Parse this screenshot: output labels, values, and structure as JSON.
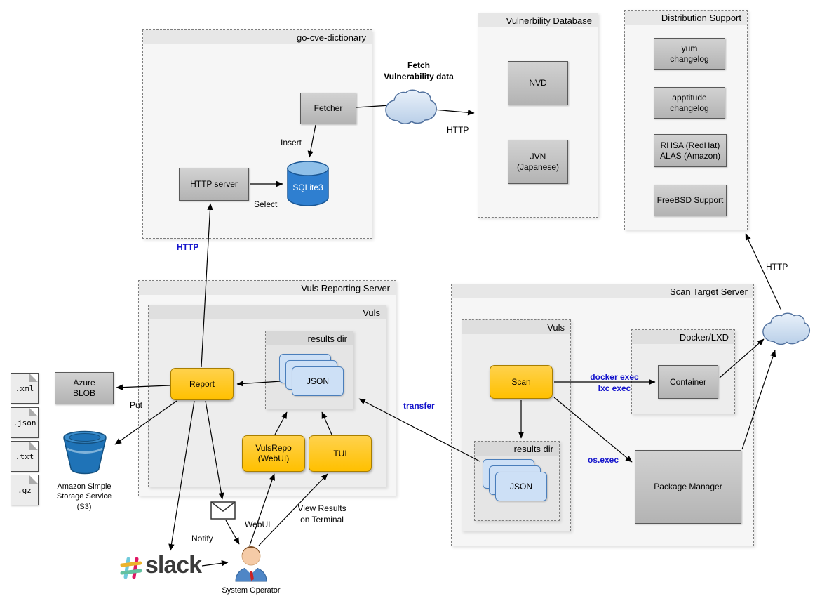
{
  "containers": {
    "go_cve_dictionary": "go-cve-dictionary",
    "vuln_db": "Vulnerbility Database",
    "dist_support": "Distribution Support",
    "reporting_server": "Vuls Reporting Server",
    "reporting_vuls": "Vuls",
    "reporting_results": "results dir",
    "scan_server": "Scan Target Server",
    "scan_vuls": "Vuls",
    "scan_results": "results dir",
    "docker_lxd": "Docker/LXD"
  },
  "nodes": {
    "fetcher": "Fetcher",
    "http_server": "HTTP server",
    "sqlite3": "SQLite3",
    "nvd": "NVD",
    "jvn": "JVN\n(Japanese)",
    "yum_changelog": "yum\nchangelog",
    "apptitude_changelog": "apptitude\nchangelog",
    "rhsa_alas": "RHSA (RedHat)\nALAS (Amazon)",
    "freebsd": "FreeBSD Support",
    "report": "Report",
    "vulsrepo": "VulsRepo\n(WebUI)",
    "tui": "TUI",
    "scan": "Scan",
    "container": "Container",
    "package_manager": "Package Manager",
    "azure_blob": "Azure\nBLOB",
    "json_report": "JSON",
    "json_scan": "JSON"
  },
  "labels": {
    "fetch_vuln_data": "Fetch\nVulnerability data",
    "http_fetch": "HTTP",
    "insert": "Insert",
    "select": "Select",
    "http_report": "HTTP",
    "put": "Put",
    "transfer": "transfer",
    "docker_exec": "docker exec\nlxc exec",
    "os_exec": "os.exec",
    "http_dist": "HTTP",
    "notify": "Notify",
    "webui": "WebUI",
    "view_results": "View Results\non Terminal",
    "system_operator": "System Operator",
    "s3": "Amazon Simple\nStorage Service\n(S3)",
    "slack": "slack"
  },
  "files": [
    ".xml",
    ".json",
    ".txt",
    ".gz"
  ],
  "colors": {
    "node_gray": "#c0c0c0",
    "node_yellow": "#ffc000",
    "json_card": "#cde0f6",
    "label_blue": "#1414cc",
    "cylinder_blue": "#2f7fd0",
    "bucket_blue": "#1f73b7"
  }
}
